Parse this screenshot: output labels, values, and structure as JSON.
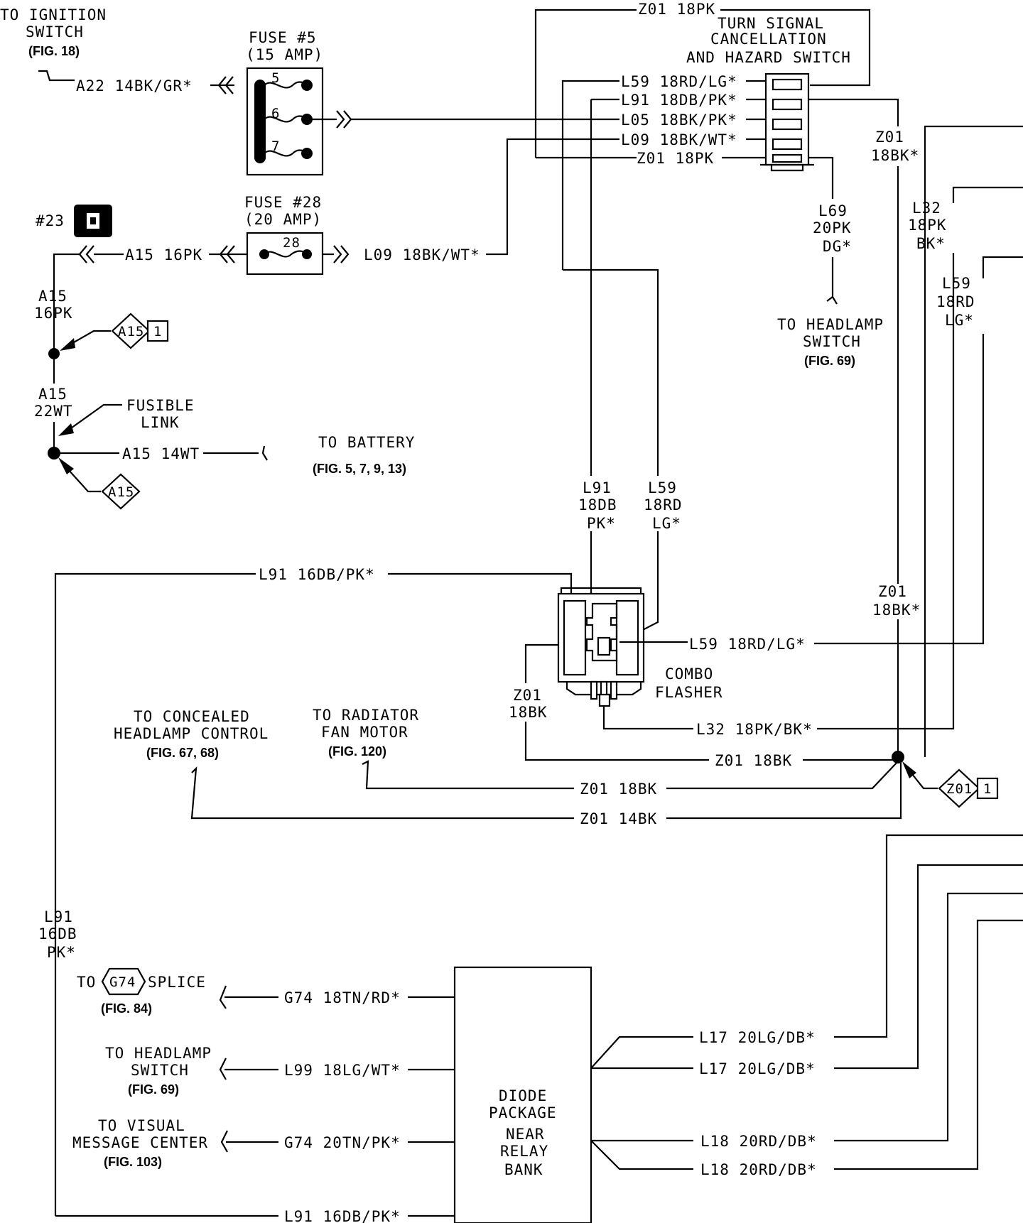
{
  "labels": {
    "ign1": "TO IGNITION",
    "ign2": "SWITCH",
    "ign_fig": "(FIG. 18)",
    "a22": "A22 14BK/GR*",
    "fuse5_1": "FUSE #5",
    "fuse5_2": "(15 AMP)",
    "f5": "5",
    "f6": "6",
    "f7": "7",
    "fuse28_1": "FUSE #28",
    "fuse28_2": "(20 AMP)",
    "f28": "28",
    "n23": "#23",
    "a15_16pk": "A15 16PK",
    "l09_mid": "L09 18BK/WT*",
    "a15v1": "A15",
    "a15v2": "16PK",
    "a15d1": "A15",
    "a15d1n": "1",
    "a15w1": "A15",
    "a15w2": "22WT",
    "fus1": "FUSIBLE",
    "fus2": "LINK",
    "a15_14wt": "A15 14WT",
    "bat1": "TO BATTERY",
    "bat_fig": "(FIG. 5, 7, 9, 13)",
    "a15d2": "A15",
    "z01_top": "Z01 18PK",
    "ts1": "TURN SIGNAL",
    "ts2": "CANCELLATION",
    "ts3": "AND HAZARD SWITCH",
    "l59_top": "L59 18RD/LG*",
    "l91_top": "L91 18DB/PK*",
    "l05_top": "L05 18BK/PK*",
    "l09_top": "L09 18BK/WT*",
    "z01_18pk2": "Z01 18PK",
    "l69a": "L69",
    "l69b": "20PK",
    "l69c": "DG*",
    "hl1": "TO HEADLAMP",
    "hl2": "SWITCH",
    "hl_fig": "(FIG. 69)",
    "z01r1": "Z01",
    "z01r2": "18BK*",
    "l32a": "L32",
    "l32b": "18PK",
    "l32c": "BK*",
    "l59ra": "L59",
    "l59rb": "18RD",
    "l59rc": "LG*",
    "l91va": "L91",
    "l91vb": "18DB",
    "l91vc": "PK*",
    "l59va": "L59",
    "l59vb": "18RD",
    "l59vc": "LG*",
    "l91_16": "L91 16DB/PK*",
    "z01m1": "Z01",
    "z01m2": "18BK*",
    "l59_cf": "L59 18RD/LG*",
    "cf1": "COMBO",
    "cf2": "FLASHER",
    "z01cf1": "Z01",
    "z01cf2": "18BK",
    "l32_cf": "L32 18PK/BK*",
    "z01_18bk1": "Z01 18BK",
    "z01_18bk2": "Z01 18BK",
    "z01_14bk": "Z01 14BK",
    "z01d": "Z01",
    "z01dn": "1",
    "ch1": "TO CONCEALED",
    "ch2": "HEADLAMP CONTROL",
    "ch_fig": "(FIG. 67, 68)",
    "rf1": "TO RADIATOR",
    "rf2": "FAN MOTOR",
    "rf_fig": "(FIG. 120)",
    "l91la": "L91",
    "l91lb": "16DB",
    "l91lc": "PK*",
    "to": "TO",
    "g74": "G74",
    "splice": "SPLICE",
    "g74_fig": "(FIG. 84)",
    "g74_18": "G74 18TN/RD*",
    "hl3": "TO HEADLAMP",
    "hl4": "SWITCH",
    "hl4_fig": "(FIG. 69)",
    "l99": "L99 18LG/WT*",
    "vm1": "TO VISUAL",
    "vm2": "MESSAGE CENTER",
    "vm_fig": "(FIG. 103)",
    "g74_20": "G74 20TN/PK*",
    "l91_bot": "L91 16DB/PK*",
    "dp1": "DIODE",
    "dp2": "PACKAGE",
    "dp3": "NEAR",
    "dp4": "RELAY",
    "dp5": "BANK",
    "l17a": "L17 20LG/DB*",
    "l17b": "L17 20LG/DB*",
    "l18a": "L18 20RD/DB*",
    "l18b": "L18 20RD/DB*"
  }
}
